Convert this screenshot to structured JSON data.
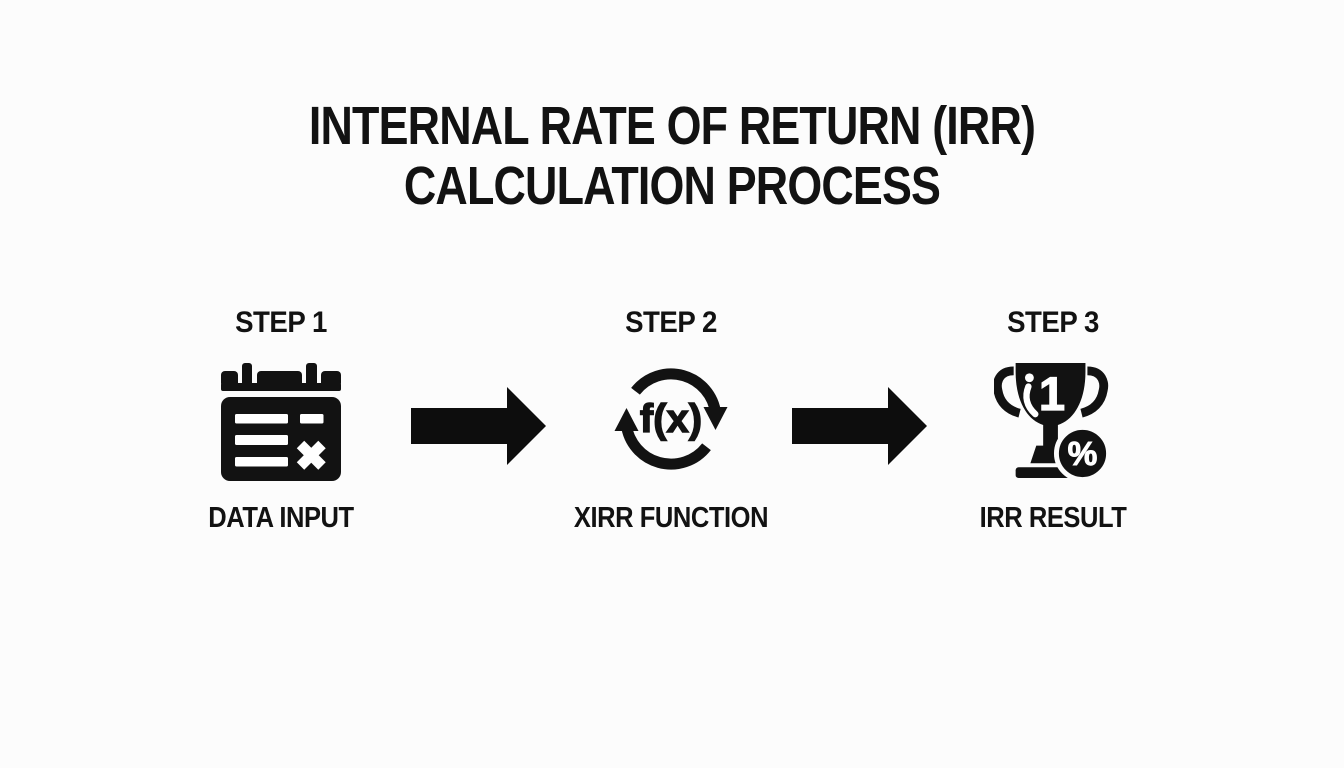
{
  "title": {
    "line1": "INTERNAL RATE OF RETURN (IRR)",
    "line2": "CALCULATION PROCESS"
  },
  "steps": [
    {
      "label": "STEP 1",
      "caption": "DATA INPUT",
      "icon": "data-input-table-icon"
    },
    {
      "label": "STEP 2",
      "caption": "XIRR FUNCTION",
      "icon": "function-cycle-icon",
      "formula_text": "f(x)"
    },
    {
      "label": "STEP 3",
      "caption": "IRR RESULT",
      "icon": "trophy-percent-icon",
      "rank_text": "1",
      "percent_text": "%"
    }
  ],
  "connectors": [
    {
      "icon": "right-arrow-icon"
    },
    {
      "icon": "right-arrow-icon"
    }
  ],
  "colors": {
    "ink": "#121212",
    "background": "#fcfcfc",
    "icon_detail": "#ffffff"
  }
}
